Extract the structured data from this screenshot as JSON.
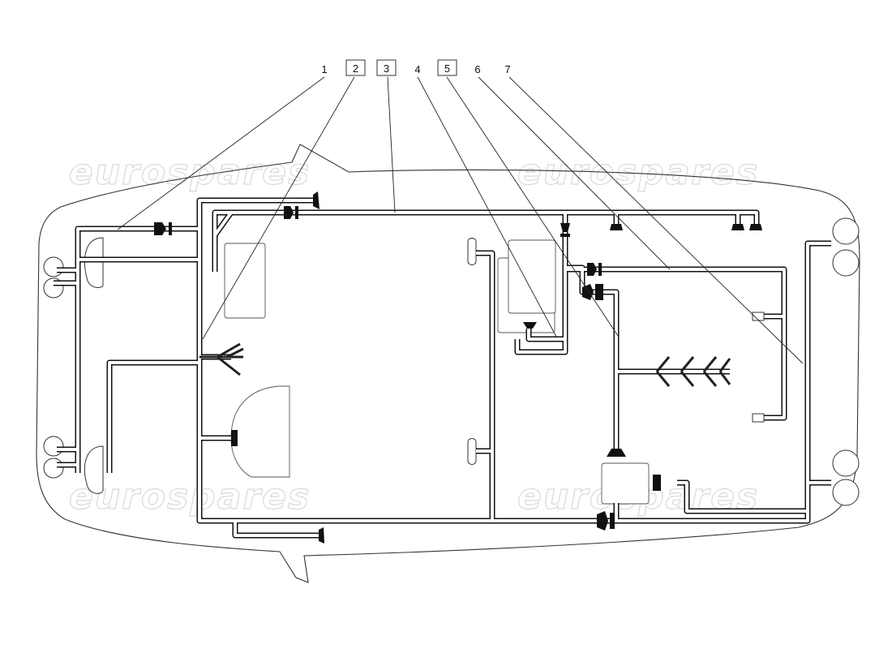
{
  "callouts": [
    {
      "label": "1",
      "boxed": false
    },
    {
      "label": "2",
      "boxed": true
    },
    {
      "label": "3",
      "boxed": true
    },
    {
      "label": "4",
      "boxed": false
    },
    {
      "label": "5",
      "boxed": true
    },
    {
      "label": "6",
      "boxed": false
    },
    {
      "label": "7",
      "boxed": false
    }
  ],
  "watermark": {
    "text": "eurospares"
  },
  "colors": {
    "line": "#111111",
    "outline": "#333333",
    "watermark_stroke": "#d9d9d9"
  }
}
